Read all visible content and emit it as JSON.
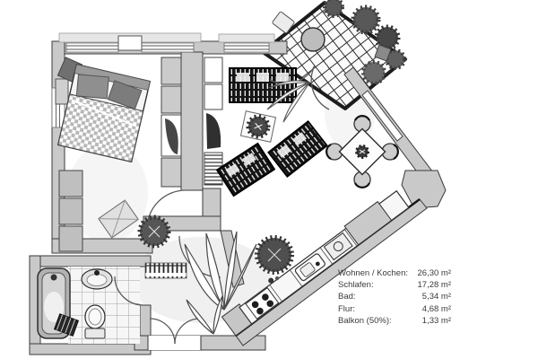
{
  "legend": {
    "rows": [
      {
        "label": "Wohnen / Kochen:",
        "value": "26,30 m²"
      },
      {
        "label": "Schlafen:",
        "value": "17,28 m²"
      },
      {
        "label": "Bad:",
        "value": "5,34 m²"
      },
      {
        "label": "Flur:",
        "value": "4,68 m²"
      },
      {
        "label": "Balkon (50%):",
        "value": "1,33 m²"
      }
    ]
  },
  "colors": {
    "wall": "#c9c9c9",
    "wallline": "#3a3a3a",
    "paper": "#ffffff",
    "dark_furniture": "#161616",
    "text": "#3a3a3a"
  }
}
